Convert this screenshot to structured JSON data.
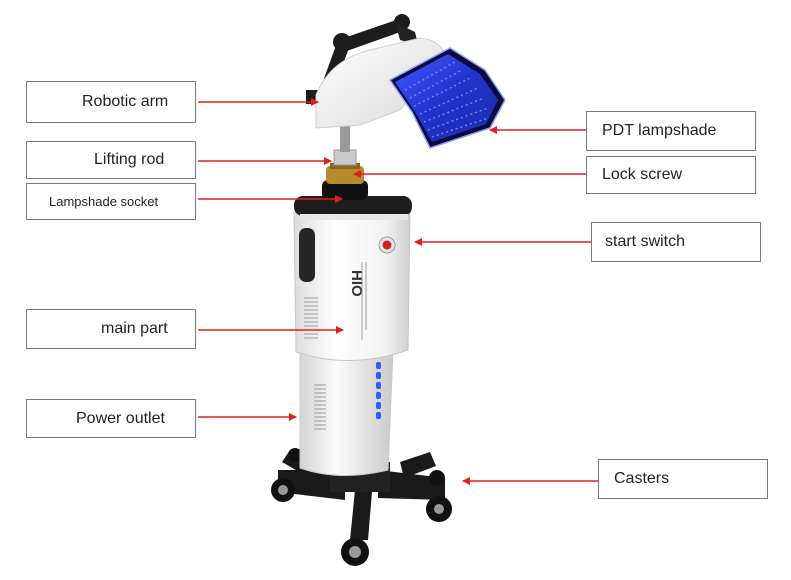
{
  "labels": {
    "robotic_arm": "Robotic arm",
    "lifting_rod": "Lifting rod",
    "lampshade_socket": "Lampshade socket",
    "main_part": "main part",
    "power_outlet": "Power outlet",
    "pdt_lampshade": "PDT lampshade",
    "lock_screw": "Lock screw",
    "start_switch": "start switch",
    "casters": "Casters"
  },
  "device_brand_text": "HIO",
  "colors": {
    "arrow": "#e02020",
    "box_border": "#7a7a7a",
    "led_blue": "#2a3bd6",
    "body_white": "#f2f2f2",
    "base_black": "#1a1a1a"
  }
}
